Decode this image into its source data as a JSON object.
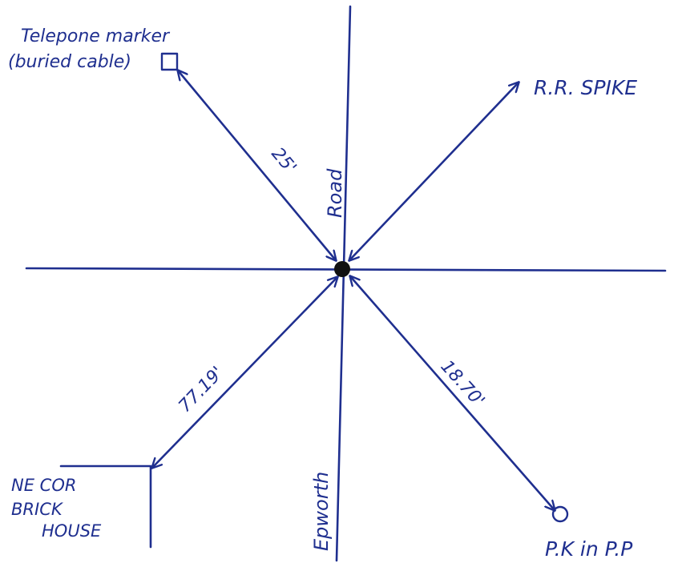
{
  "labels": {
    "telephone_marker_line1": "Telepone marker",
    "telephone_marker_line2": "(buried cable)",
    "rr_spike": "R.R. SPIKE",
    "road": "Road",
    "epworth": "Epworth",
    "house_line1": "NE COR",
    "house_line2": "BRICK",
    "house_line3": "HOUSE",
    "pk": "P.K in P.P"
  },
  "measurements": {
    "telephone_marker": "25'",
    "house_corner": "77.19'",
    "pk_nail": "18.70'"
  },
  "colors": {
    "ink": "#1f2f8f",
    "background": "#ffffff"
  },
  "symbols": {
    "center_point": "filled-dot",
    "telephone_marker": "open-square",
    "pk_nail": "open-circle"
  }
}
